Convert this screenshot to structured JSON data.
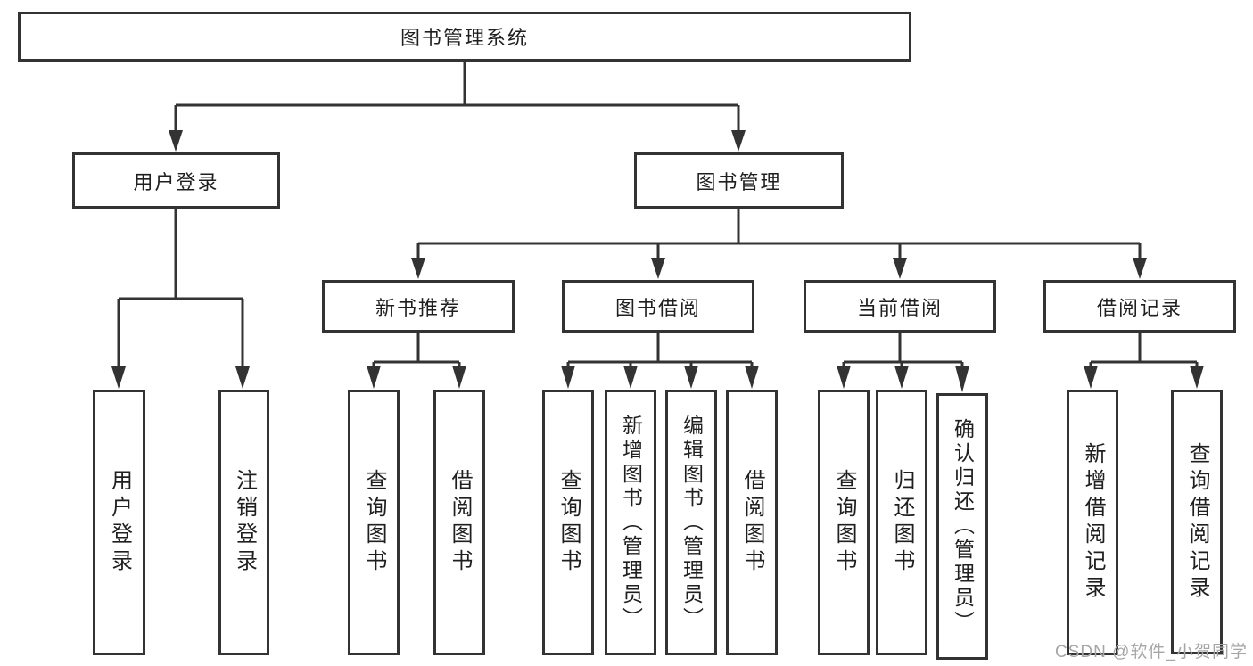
{
  "diagram": {
    "type": "tree",
    "title": "图书管理系统",
    "colors": {
      "line": "#333333",
      "text": "#1f1f1f",
      "background": "#ffffff",
      "watermark": "#a6a6a6"
    },
    "hierarchy": {
      "label": "图书管理系统",
      "children": [
        {
          "label": "用户登录",
          "children": [
            {
              "label": "用户登录"
            },
            {
              "label": "注销登录"
            }
          ]
        },
        {
          "label": "图书管理",
          "children": [
            {
              "label": "新书推荐",
              "children": [
                {
                  "label": "查询图书"
                },
                {
                  "label": "借阅图书"
                }
              ]
            },
            {
              "label": "图书借阅",
              "children": [
                {
                  "label": "查询图书"
                },
                {
                  "label": "新增图书（管理员）"
                },
                {
                  "label": "编辑图书（管理员）"
                },
                {
                  "label": "借阅图书"
                }
              ]
            },
            {
              "label": "当前借阅",
              "children": [
                {
                  "label": "查询图书"
                },
                {
                  "label": "归还图书"
                },
                {
                  "label": "确认归还（管理员）"
                }
              ]
            },
            {
              "label": "借阅记录",
              "children": [
                {
                  "label": "新增借阅记录"
                },
                {
                  "label": "查询借阅记录"
                }
              ]
            }
          ]
        }
      ]
    },
    "watermark": {
      "text": "CSDN @软件_小贺同学"
    }
  }
}
